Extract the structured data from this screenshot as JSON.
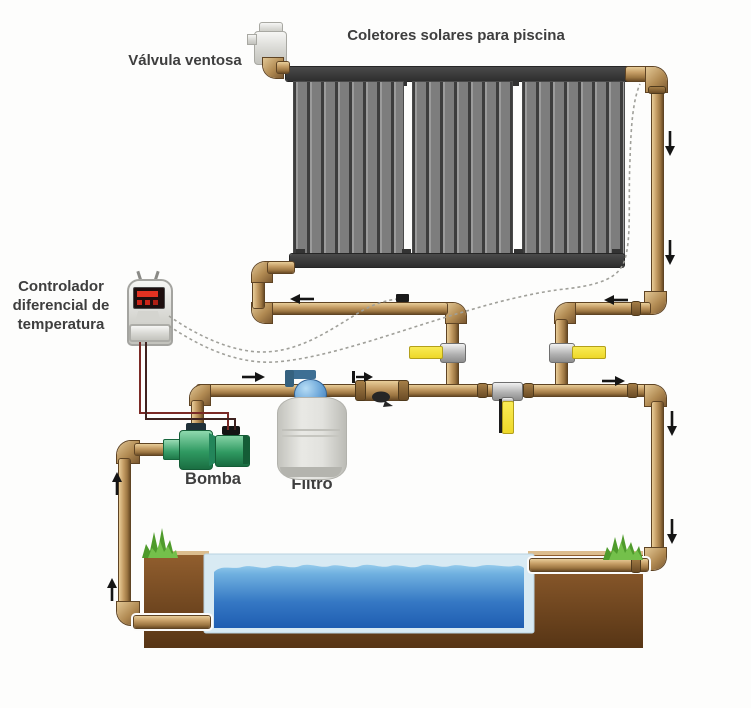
{
  "title": "Coletores solares para piscina",
  "labels": {
    "vent_valve": "Válvula ventosa",
    "controller": [
      "Controlador",
      "diferencial de",
      "temperatura"
    ],
    "pump": "Bomba",
    "filter": "Filtro"
  },
  "colors": {
    "pipe": "#b8925c",
    "pipe_highlight": "#e8cd99",
    "pipe_shadow": "#6b4c26",
    "valve_handle_yellow": "#f2e03c",
    "valve_body_silver": "#c0c0c0",
    "collector_panel_gray": "#7d7d7d",
    "collector_header_dark": "#363636",
    "water_light": "#9ccbec",
    "water_deep": "#1d5cb0",
    "pool_rim": "#d8eaf3",
    "ground_brown": "#7d4e24",
    "grass_green": "#55a433",
    "pump_green": "#2f9961",
    "filter_gray": "#d9d9d4",
    "filter_valve_blue": "#4a86c8",
    "controller_wire_red": "#7b2a26",
    "sensor_wire_gray": "#a0a09a",
    "arrow_black": "#151515",
    "label_text": "#3e3e3e"
  }
}
